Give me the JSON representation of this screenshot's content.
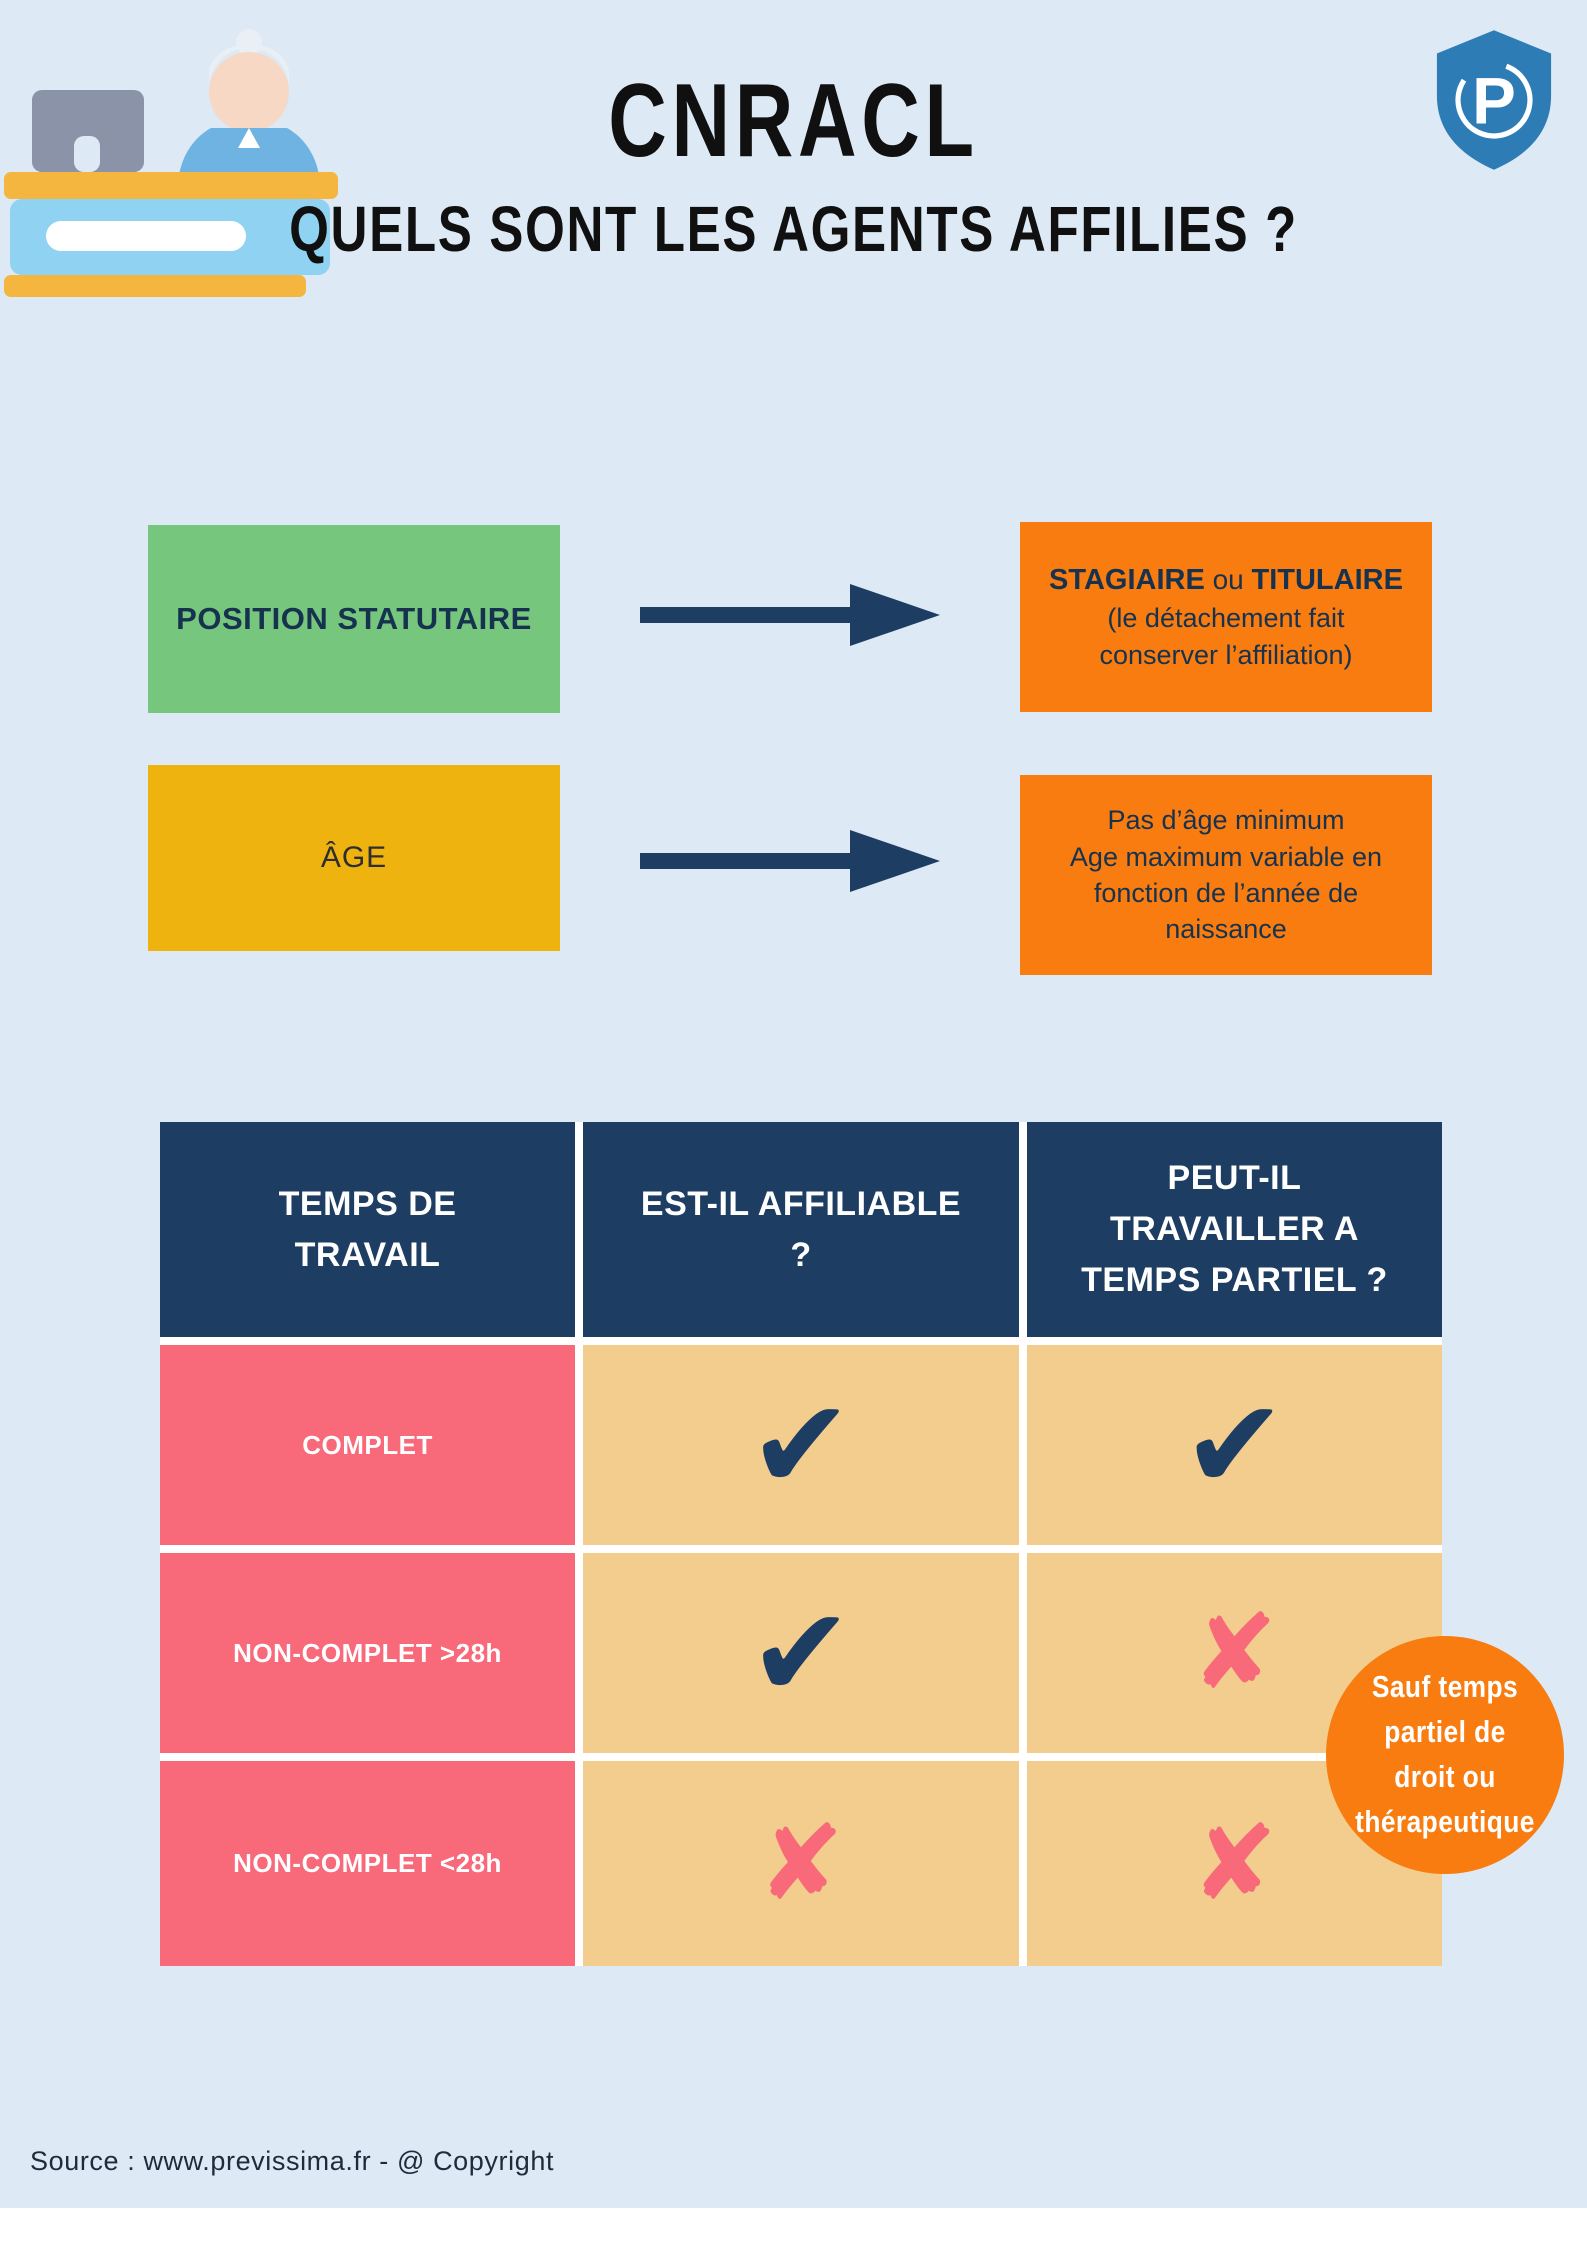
{
  "colors": {
    "background": "#dde9f4",
    "navy": "#1d3d63",
    "green": "#76c77d",
    "yellow": "#efb30f",
    "orange": "#f87c10",
    "pink": "#f8697a",
    "tan": "#f2cd8d",
    "logo_blue": "#2e7cb5"
  },
  "header": {
    "title": "CNRACL",
    "subtitle": "QUELS SONT LES AGENTS AFFILIES ?",
    "logo_letter": "P"
  },
  "flow": {
    "position": {
      "label": "POSITION STATUTAIRE",
      "result_bold_1": "STAGIAIRE",
      "result_sep": " ou ",
      "result_bold_2": "TITULAIRE",
      "result_lines": [
        "(le détachement fait",
        "conserver l’affiliation)"
      ]
    },
    "age": {
      "label": "ÂGE",
      "result_lines": [
        "Pas d’âge minimum",
        "Age maximum variable en",
        "fonction de l’année de",
        "naissance"
      ]
    }
  },
  "table": {
    "headers": [
      "TEMPS DE TRAVAIL",
      "EST-IL AFFILIABLE ?",
      "PEUT-IL TRAVAILLER A TEMPS PARTIEL ?"
    ],
    "rows": [
      {
        "label": "COMPLET",
        "cells": [
          "check",
          "check"
        ]
      },
      {
        "label": "NON-COMPLET >28h",
        "cells": [
          "check",
          "cross"
        ]
      },
      {
        "label": "NON-COMPLET <28h",
        "cells": [
          "cross",
          "cross"
        ]
      }
    ]
  },
  "icons": {
    "check": {
      "glyph": "✔"
    },
    "cross": {
      "glyph": "✘"
    }
  },
  "badge": {
    "lines": [
      "Sauf temps partiel de",
      "droit ou thérapeutique"
    ]
  },
  "footer": {
    "source": "Source : www.previssima.fr - @ Copyright"
  }
}
